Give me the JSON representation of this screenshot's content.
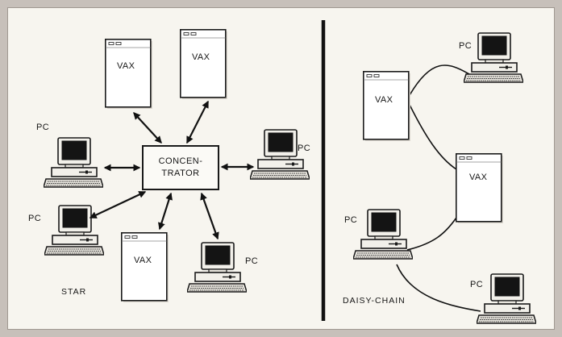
{
  "labels": {
    "vax": "VAX",
    "pc": "PC",
    "concentrator_line1": "CONCEN-",
    "concentrator_line2": "TRATOR",
    "star_caption": "STAR",
    "daisy_caption": "DAISY-CHAIN"
  },
  "colors": {
    "background": "#c7c0ba",
    "panel": "#f7f5ef",
    "ink": "#151515",
    "screen": "#141414"
  },
  "icons": [
    "vax-cabinet-icon",
    "pc-computer-icon",
    "bidirectional-arrow-icon"
  ]
}
